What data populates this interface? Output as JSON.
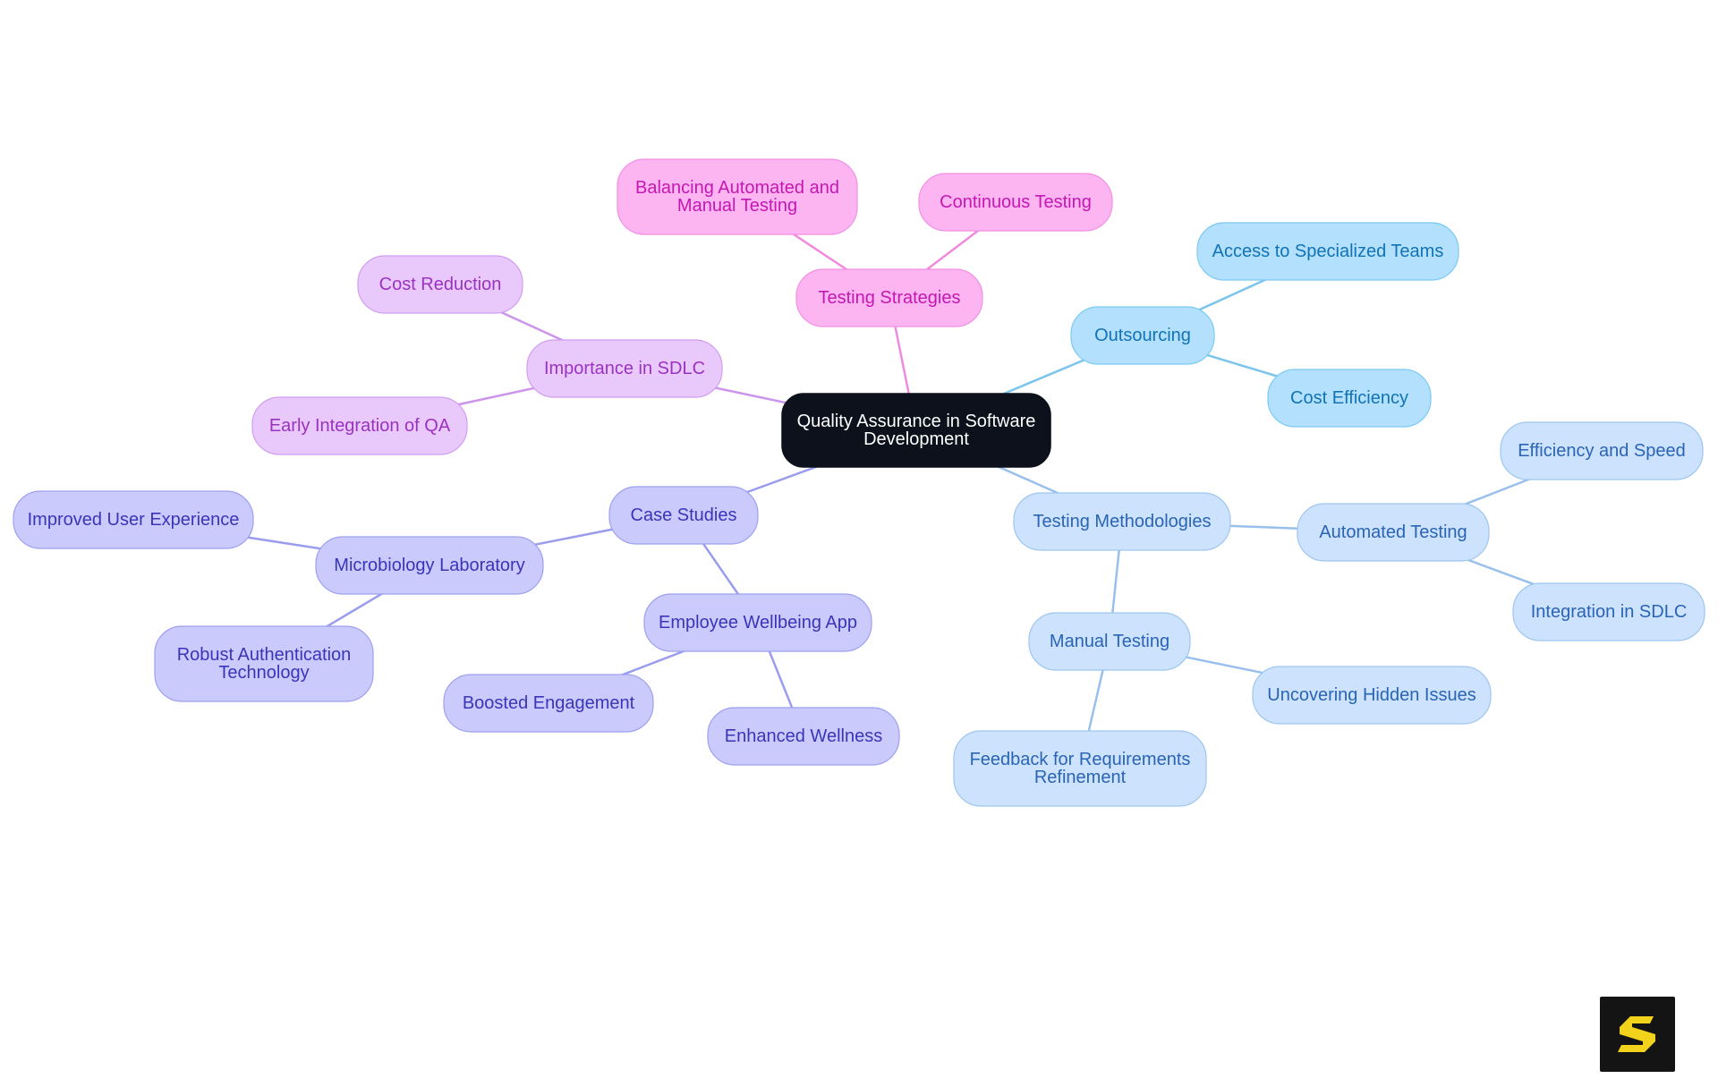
{
  "diagram": {
    "root": {
      "label": "Quality Assurance in Software Development",
      "lines": [
        "Quality Assurance in Software",
        "Development"
      ]
    },
    "branches": [
      {
        "id": "testing-strategies",
        "label": "Testing Strategies",
        "color": {
          "fill": "#fdb5f2",
          "stroke": "#f38fe3",
          "text": "#c318b1",
          "line": "#f08ade"
        },
        "children": [
          {
            "id": "balancing-automated-manual",
            "label": "Balancing Automated and Manual Testing",
            "lines": [
              "Balancing Automated and",
              "Manual Testing"
            ]
          },
          {
            "id": "continuous-testing",
            "label": "Continuous Testing"
          }
        ]
      },
      {
        "id": "outsourcing",
        "label": "Outsourcing",
        "color": {
          "fill": "#b2e0fd",
          "stroke": "#7ccaf4",
          "text": "#1173b6",
          "line": "#7cc4ec"
        },
        "children": [
          {
            "id": "access-specialized-teams",
            "label": "Access to Specialized Teams"
          },
          {
            "id": "cost-efficiency",
            "label": "Cost Efficiency"
          }
        ]
      },
      {
        "id": "testing-methodologies",
        "label": "Testing Methodologies",
        "color": {
          "fill": "#cde2fc",
          "stroke": "#9ec6f0",
          "text": "#2a64b6",
          "line": "#99c0ec"
        },
        "children": [
          {
            "id": "automated-testing",
            "label": "Automated Testing",
            "children": [
              {
                "id": "efficiency-speed",
                "label": "Efficiency and Speed"
              },
              {
                "id": "integration-sdlc",
                "label": "Integration in SDLC"
              }
            ]
          },
          {
            "id": "manual-testing",
            "label": "Manual Testing",
            "children": [
              {
                "id": "uncovering-hidden-issues",
                "label": "Uncovering Hidden Issues"
              },
              {
                "id": "feedback-requirements",
                "label": "Feedback for Requirements Refinement",
                "lines": [
                  "Feedback for Requirements",
                  "Refinement"
                ]
              }
            ]
          }
        ]
      },
      {
        "id": "case-studies",
        "label": "Case Studies",
        "color": {
          "fill": "#cacbfc",
          "stroke": "#9ea0f0",
          "text": "#3a35b8",
          "line": "#9a9cee"
        },
        "children": [
          {
            "id": "microbiology-laboratory",
            "label": "Microbiology Laboratory",
            "children": [
              {
                "id": "improved-user-experience",
                "label": "Improved User Experience"
              },
              {
                "id": "robust-authentication",
                "label": "Robust Authentication Technology",
                "lines": [
                  "Robust Authentication",
                  "Technology"
                ]
              }
            ]
          },
          {
            "id": "employee-wellbeing-app",
            "label": "Employee Wellbeing App",
            "children": [
              {
                "id": "boosted-engagement",
                "label": "Boosted Engagement"
              },
              {
                "id": "enhanced-wellness",
                "label": "Enhanced Wellness"
              }
            ]
          }
        ]
      },
      {
        "id": "importance-sdlc",
        "label": "Importance in SDLC",
        "color": {
          "fill": "#e9c9fc",
          "stroke": "#d09ef0",
          "text": "#9a32c0",
          "line": "#cc94ea"
        },
        "children": [
          {
            "id": "cost-reduction",
            "label": "Cost Reduction"
          },
          {
            "id": "early-integration-qa",
            "label": "Early Integration of QA"
          }
        ]
      }
    ]
  },
  "colors": {
    "root_fill": "#0c111b",
    "root_text": "#ffffff"
  },
  "logo": {
    "icon": "brand-s-logo-icon",
    "background": "#141414",
    "accent": "#f2d21b"
  }
}
